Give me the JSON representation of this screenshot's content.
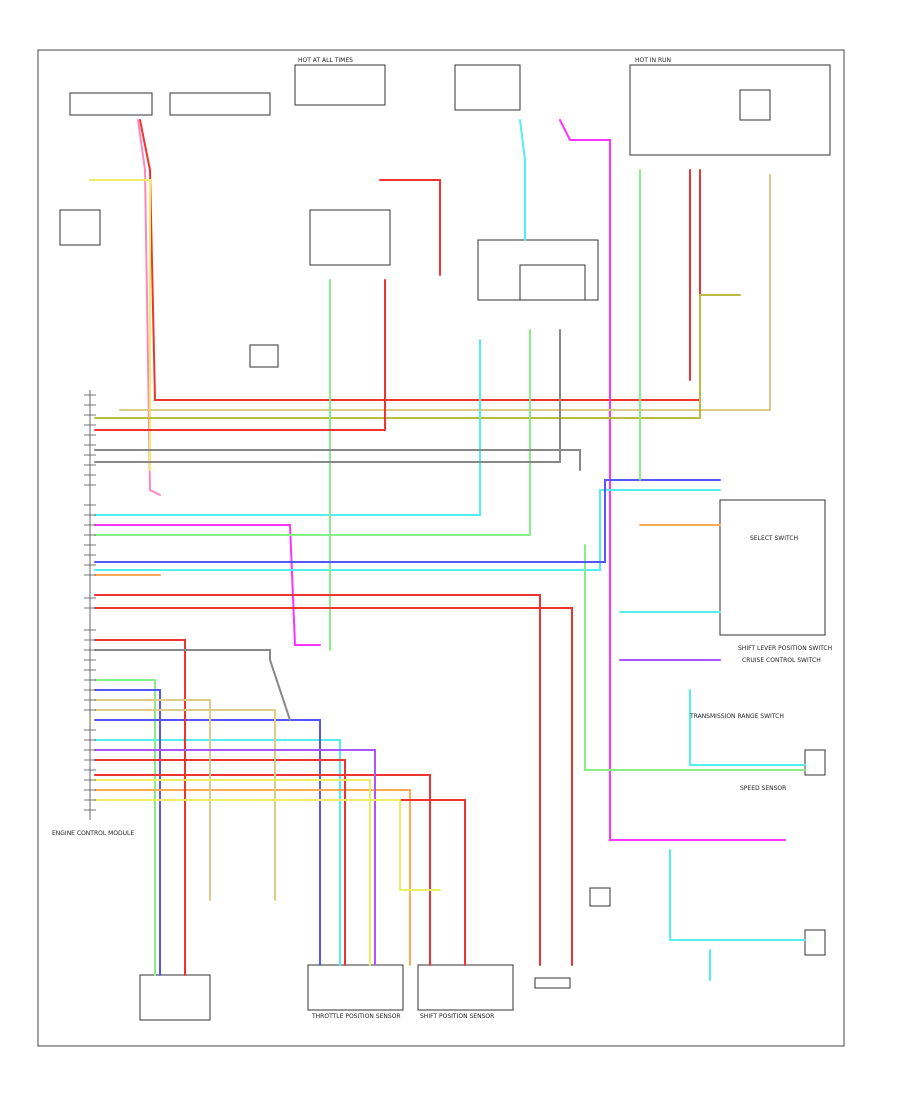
{
  "diagram": {
    "components": {
      "shift_lever_position_switch": "SHIFT LEVER POSITION SWITCH",
      "cruise_control_switch": "CRUISE CONTROL SWITCH",
      "engine_control_module": "ENGINE CONTROL MODULE",
      "throttle_position_sensor": "THROTTLE POSITION SENSOR",
      "shift_position_sensor": "SHIFT POSITION SENSOR",
      "transmission_range_switch": "TRANSMISSION RANGE SWITCH",
      "speed_sensor": "SPEED SENSOR",
      "select_switch": "SELECT SWITCH",
      "hot_at_all_times": "HOT AT ALL TIMES",
      "hot_in_run": "HOT IN RUN"
    },
    "colors": {
      "red": "#ee3333",
      "pink": "#ff88bb",
      "magenta": "#ff33ff",
      "yellow": "#eeee66",
      "tan": "#ddcc88",
      "orange": "#ffaa55",
      "cyan": "#55eeee",
      "green": "#88ee88",
      "blue": "#5555ff",
      "purple": "#aa55ff",
      "gray": "#888888",
      "olive": "#bbbb44"
    }
  }
}
